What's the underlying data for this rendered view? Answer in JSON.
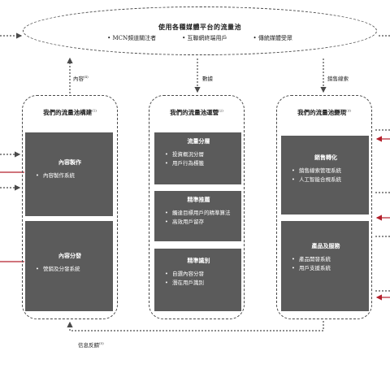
{
  "pool": {
    "title": "使用各種媒體平台的流量池",
    "items": [
      "MCN頻道關注者",
      "互聯網終端用戶",
      "傳統媒體受眾"
    ]
  },
  "columns": [
    {
      "title": "我們的流量池構建",
      "note": "(1)",
      "boxes": [
        {
          "title": "內容製作",
          "items": [
            "內容製作系統"
          ]
        },
        {
          "title": "內容分發",
          "items": [
            "營銷及分發系統"
          ]
        }
      ]
    },
    {
      "title": "我們的流量池運營",
      "note": "(2)",
      "boxes": [
        {
          "title": "流量分層",
          "items": [
            "投資概況分層",
            "用戶行為標籤"
          ]
        },
        {
          "title": "精準推薦",
          "items": [
            "觸達目標用戶的精準算法",
            "高效用戶留存"
          ]
        },
        {
          "title": "精準識別",
          "items": [
            "自選內容分發",
            "潛在用戶識別"
          ]
        }
      ]
    },
    {
      "title": "我們的流量池變現",
      "note": "(3)",
      "boxes": [
        {
          "title": "銷售轉化",
          "items": [
            "銷售線索管理系統",
            "人工智能合規系統"
          ]
        },
        {
          "title": "產品及服務",
          "items": [
            "產品開發系統",
            "用戶支援系統"
          ]
        }
      ]
    }
  ],
  "flows": {
    "content": "內容",
    "content_note": "(4)",
    "data": "數據",
    "leads": "銷售線索",
    "feedback": "信息反饋",
    "feedback_note": "(5)"
  },
  "colors": {
    "box_fill": "#5b5b5b",
    "accent_red": "#b3202c",
    "line": "#4a4a4a"
  }
}
